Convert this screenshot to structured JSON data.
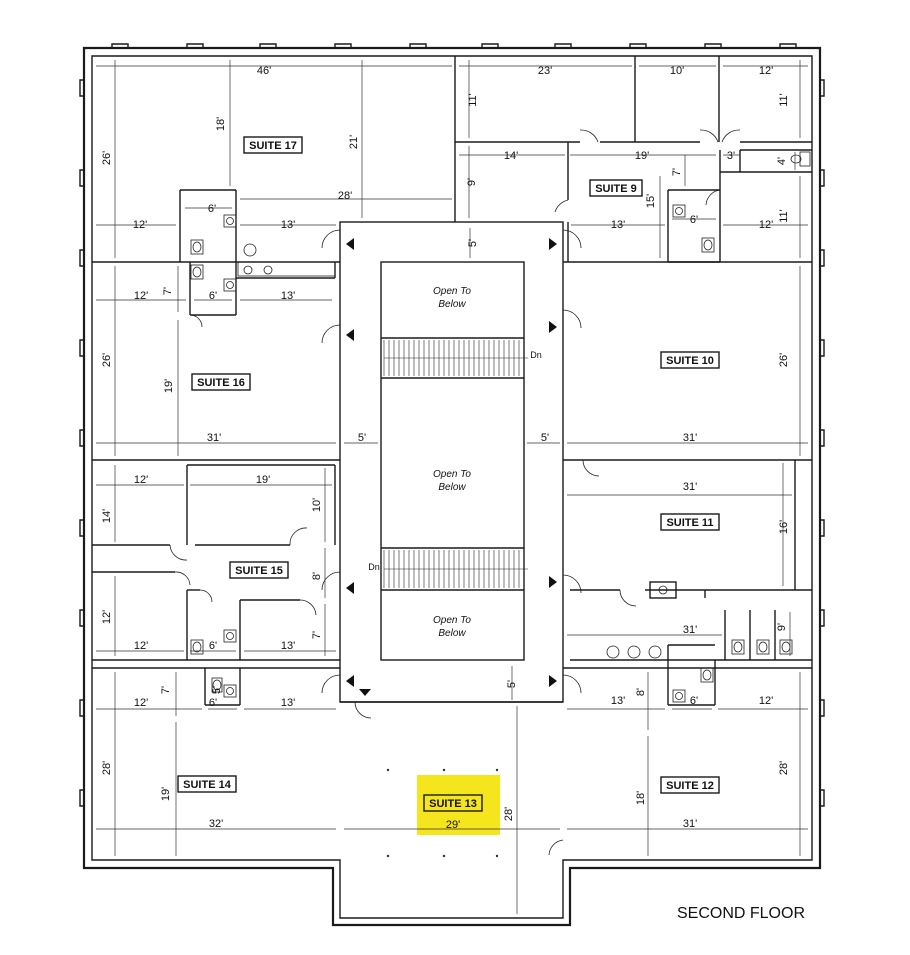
{
  "title": "SECOND FLOOR",
  "highlight_color": "#f5e51c",
  "highlighted_suite": "SUITE 13",
  "suites": {
    "s9": "SUITE 9",
    "s10": "SUITE 10",
    "s11": "SUITE 11",
    "s12": "SUITE 12",
    "s13": "SUITE 13",
    "s14": "SUITE 14",
    "s15": "SUITE 15",
    "s16": "SUITE 16",
    "s17": "SUITE 17"
  },
  "atrium": {
    "open_line1": "Open To",
    "open_line2": "Below",
    "down": "Dn"
  },
  "dimensions": {
    "d46": "46'",
    "d23": "23'",
    "d10": "10'",
    "d12a": "12'",
    "d11a": "11'",
    "d18": "18'",
    "d21": "21'",
    "d26a": "26'",
    "d14": "14'",
    "d19a": "19'",
    "d9": "9'",
    "d7a": "7'",
    "d3": "3'",
    "d4": "4'",
    "d15": "15'",
    "d6a": "6'",
    "d28a": "28'",
    "d12b": "12'",
    "d13a": "13'",
    "d13b": "13'",
    "d12c": "12'",
    "d11b": "11'",
    "d5a": "5'",
    "d12d": "12'",
    "d7b": "7'",
    "d6b": "6'",
    "d13c": "13'",
    "d26b": "26'",
    "d19b": "19'",
    "d31a": "31'",
    "d5b": "5'",
    "d5c": "5'",
    "d26c": "26'",
    "d31b": "31'",
    "d12e": "12'",
    "d19c": "19'",
    "d10b": "10'",
    "d14b": "14'",
    "d8a": "8'",
    "d31c": "31'",
    "d16": "16'",
    "d12f": "12'",
    "d7c": "7'",
    "d12g": "12'",
    "d6c": "6'",
    "d13d": "13'",
    "d31d": "31'",
    "d9b": "9'",
    "d7d": "7'",
    "d5d": "5'",
    "d12h": "12'",
    "d6d": "6'",
    "d13e": "13'",
    "d5e": "5'",
    "d13f": "13'",
    "d8b": "8'",
    "d6e": "6'",
    "d12i": "12'",
    "d28b": "28'",
    "d19d": "19'",
    "d32": "32'",
    "d29": "29'",
    "d28c": "28'",
    "d18b": "18'",
    "d28d": "28'",
    "d31e": "31'"
  }
}
